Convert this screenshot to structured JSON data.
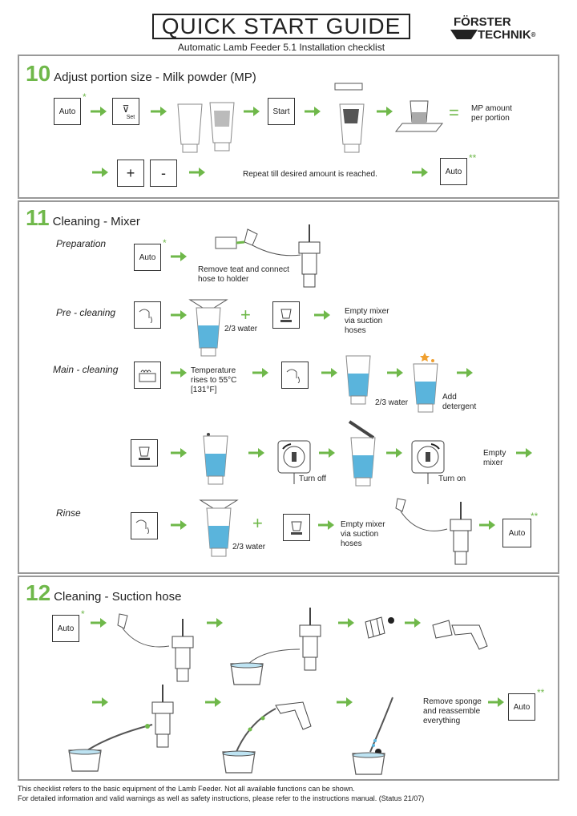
{
  "header": {
    "title": "QUICK START GUIDE",
    "subtitle": "Automatic Lamb Feeder 5.1 Installation checklist",
    "logo_line1": "FÖRSTER",
    "logo_line2": "TECHNIK",
    "logo_reg": "®"
  },
  "colors": {
    "accent": "#6fb84a",
    "water": "#5ab4dc",
    "border": "#999999"
  },
  "s10": {
    "number": "10",
    "title": "Adjust portion size - Milk powder (MP)",
    "auto": "Auto",
    "set": "Set",
    "start": "Start",
    "equals": "=",
    "mp_line1": "MP amount",
    "mp_line2": "per portion",
    "plus": "+",
    "minus": "-",
    "repeat": "Repeat till desired amount is reached.",
    "auto2": "Auto",
    "star1": "*",
    "star2": "**"
  },
  "s11": {
    "number": "11",
    "title": "Cleaning - Mixer",
    "prep_label": "Preparation",
    "auto": "Auto",
    "prep_text1": "Remove teat and connect",
    "prep_text2": "hose to holder",
    "pre_label": "Pre - cleaning",
    "water_23": "2/3 water",
    "plus": "+",
    "empty1": "Empty mixer",
    "empty2": "via suction",
    "empty3": "hoses",
    "main_label": "Main - cleaning",
    "temp1": "Temperature",
    "temp2": "rises to 55°C",
    "temp3": "[131°F]",
    "water_23b": "2/3 water",
    "detergent1": "Add",
    "detergent2": "detergent",
    "turn_off": "Turn off",
    "turn_on": "Turn on",
    "empty_mixer1": "Empty",
    "empty_mixer2": "mixer",
    "rinse_label": "Rinse",
    "water_23c": "2/3 water",
    "rinse_empty1": "Empty mixer",
    "rinse_empty2": "via suction",
    "rinse_empty3": "hoses",
    "auto2": "Auto",
    "star1": "*",
    "star2": "**"
  },
  "s12": {
    "number": "12",
    "title": "Cleaning - Suction hose",
    "auto": "Auto",
    "sponge1": "Remove sponge",
    "sponge2": "and reassemble",
    "sponge3": "everything",
    "auto2": "Auto",
    "star1": "*",
    "star2": "**"
  },
  "footer": {
    "line1": "This checklist refers to the basic equipment of the Lamb Feeder. Not all available functions can be shown.",
    "line2": "For detailed information and valid warnings as well as safety instructions, please refer to the instructions manual. (Status 21/07)"
  }
}
